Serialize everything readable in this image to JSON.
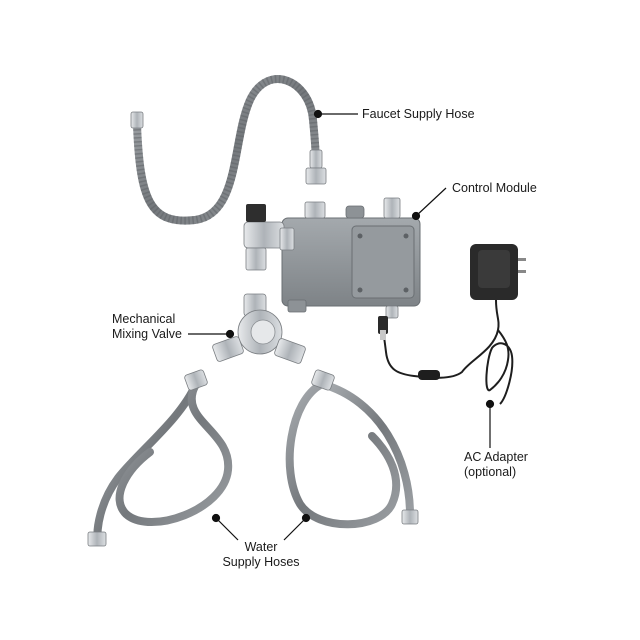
{
  "callouts": {
    "faucet_supply_hose": "Faucet Supply Hose",
    "control_module": "Control Module",
    "mixing_valve": [
      "Mechanical",
      "Mixing Valve"
    ],
    "ac_adapter": [
      "AC Adapter",
      "(optional)"
    ],
    "water_supply_hoses": [
      "Water",
      "Supply Hoses"
    ]
  },
  "colors": {
    "hose_braid": "#8a8a8a",
    "module_body": "#8d9296",
    "chrome": "#c9cdd1",
    "adapter": "#2a2a2a",
    "leader_line": "#111111"
  }
}
